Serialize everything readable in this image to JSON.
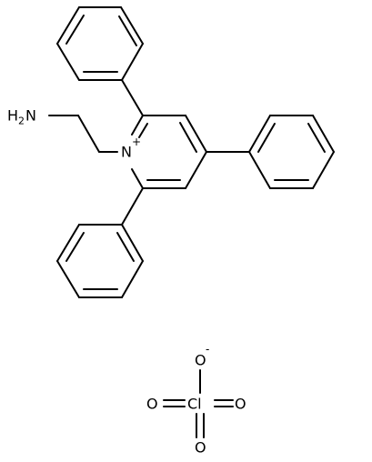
{
  "molecule": {
    "amine": {
      "h": "H",
      "h_count": "2",
      "n": "N"
    },
    "pyridinium": {
      "n": "N",
      "charge": "+"
    },
    "perchlorate": {
      "cl": "Cl",
      "o_top": "O",
      "o_top_charge": "-",
      "o_left": "O",
      "o_right": "O",
      "o_bottom": "O"
    }
  },
  "colors": {
    "ink": "#000000",
    "background": "#ffffff"
  }
}
